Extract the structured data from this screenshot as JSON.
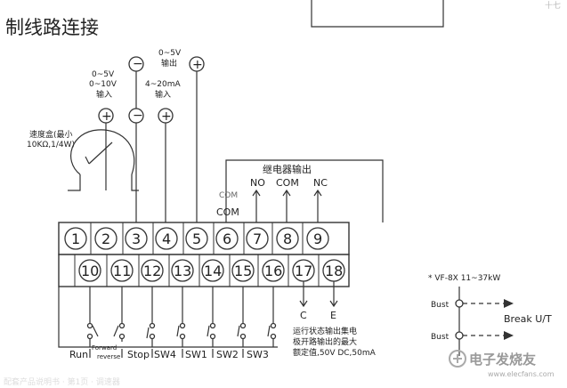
{
  "title": "制线路连接",
  "top_corner_mark": "十七",
  "inputs": {
    "volt_range_line1": "0~5V",
    "volt_range_line2": "0~10V",
    "volt_label": "输入",
    "current_range": "4~20mA",
    "current_label": "输入",
    "out_range": "0~5V",
    "out_label": "输出",
    "speed_box_line1": "速度盒(最小",
    "speed_box_line2": "10KΩ,1/4W)"
  },
  "relay": {
    "title": "继电器输出",
    "no": "NO",
    "com": "COM",
    "nc": "NC",
    "com_overlap": "COM",
    "com_bar": "COM"
  },
  "terminals_top": [
    "1",
    "2",
    "3",
    "4",
    "5",
    "6",
    "7",
    "8",
    "9"
  ],
  "terminals_bottom": [
    "10",
    "11",
    "12",
    "13",
    "14",
    "15",
    "16",
    "17",
    "18"
  ],
  "switch_labels": {
    "run": "Run",
    "forward": "Forward",
    "reverse": "reverse",
    "stop": "Stop",
    "sw4": "SW4",
    "sw1": "SW1",
    "sw2": "SW2",
    "sw3": "SW3"
  },
  "outputs": {
    "c": "C",
    "e": "E",
    "note1": "运行状态输出集电",
    "note2": "极开路输出的最大",
    "note3": "额定值,50V DC,50mA"
  },
  "side": {
    "model": "* VF-8X 11~37kW",
    "bust1": "Bust",
    "bust2": "Bust",
    "break_label": "Break U/T"
  },
  "watermark": "电子发烧友",
  "watermark_url": "www.elecfans.com",
  "footer_faint": "配套产品说明书 · 第1页 · 调速器"
}
